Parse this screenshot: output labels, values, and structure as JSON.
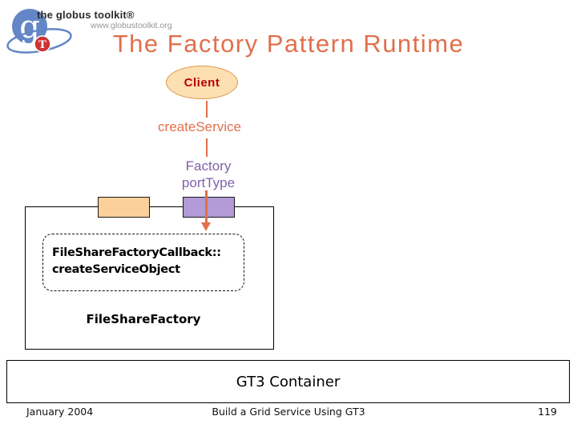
{
  "logo": {
    "brand": "the globus toolkit®",
    "url": "www.globustoolkit.org",
    "g_letter": "g",
    "t_letter": "T"
  },
  "slide": {
    "title": "The Factory Pattern Runtime"
  },
  "diagram": {
    "client_label": "Client",
    "create_service_label": "createService",
    "factory_porttype": {
      "line1": "Factory",
      "line2": "portType"
    },
    "callback": {
      "line1": "FileShareFactoryCallback::",
      "line2": "createServiceObject"
    },
    "factory_impl_label": "FileShareFactory",
    "container_label": "GT3 Container"
  },
  "footer": {
    "date": "January 2004",
    "center": "Build a Grid Service Using GT3",
    "page": "119"
  },
  "colors": {
    "title_orange": "#e0704d",
    "arrow_orange": "#e0704d",
    "client_fill": "#fcdfb2",
    "client_border": "#de9a4d",
    "client_text": "#bb0000",
    "porttype_purple": "#7e62a7",
    "orange_port_fill": "#fbd09b",
    "purple_port_fill": "#b29bd6",
    "logo_blue": "#6486c6",
    "logo_red": "#cc3333",
    "box_border": "#000000"
  }
}
